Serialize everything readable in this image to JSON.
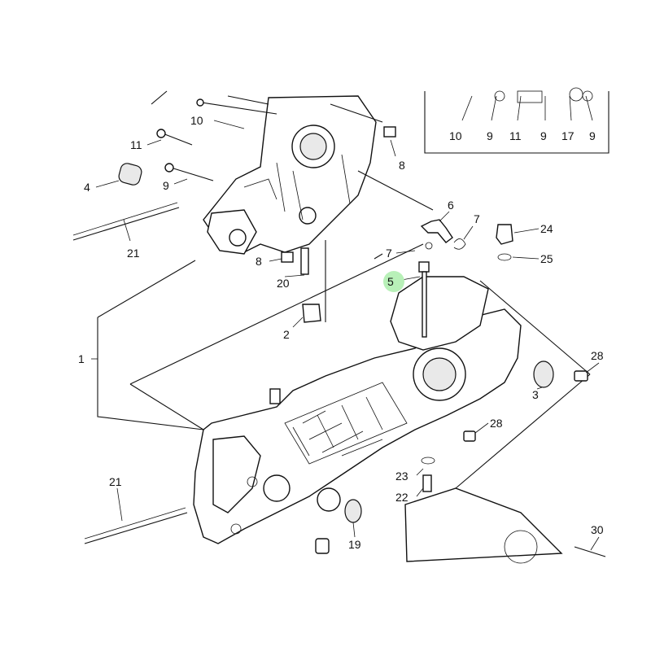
{
  "callouts": [
    {
      "id": "c-10a",
      "text": "10"
    },
    {
      "id": "c-11a",
      "text": "11"
    },
    {
      "id": "c-4",
      "text": "4"
    },
    {
      "id": "c-9a",
      "text": "9"
    },
    {
      "id": "c-21a",
      "text": "21"
    },
    {
      "id": "c-8a",
      "text": "8"
    },
    {
      "id": "c-8b",
      "text": "8"
    },
    {
      "id": "c-20",
      "text": "20"
    },
    {
      "id": "c-2",
      "text": "2"
    },
    {
      "id": "c-1",
      "text": "1"
    },
    {
      "id": "c-6",
      "text": "6"
    },
    {
      "id": "c-7a",
      "text": "7"
    },
    {
      "id": "c-7b",
      "text": "7"
    },
    {
      "id": "c-5",
      "text": "5"
    },
    {
      "id": "c-24",
      "text": "24"
    },
    {
      "id": "c-25",
      "text": "25"
    },
    {
      "id": "c-28a",
      "text": "28"
    },
    {
      "id": "c-3",
      "text": "3"
    },
    {
      "id": "c-28b",
      "text": "28"
    },
    {
      "id": "c-23",
      "text": "23"
    },
    {
      "id": "c-22",
      "text": "22"
    },
    {
      "id": "c-21b",
      "text": "21"
    },
    {
      "id": "c-19",
      "text": "19"
    },
    {
      "id": "c-30",
      "text": "30"
    }
  ],
  "inset_labels": [
    "10",
    "9",
    "11",
    "9",
    "17",
    "9"
  ],
  "highlight_color": "#b8f0b8"
}
